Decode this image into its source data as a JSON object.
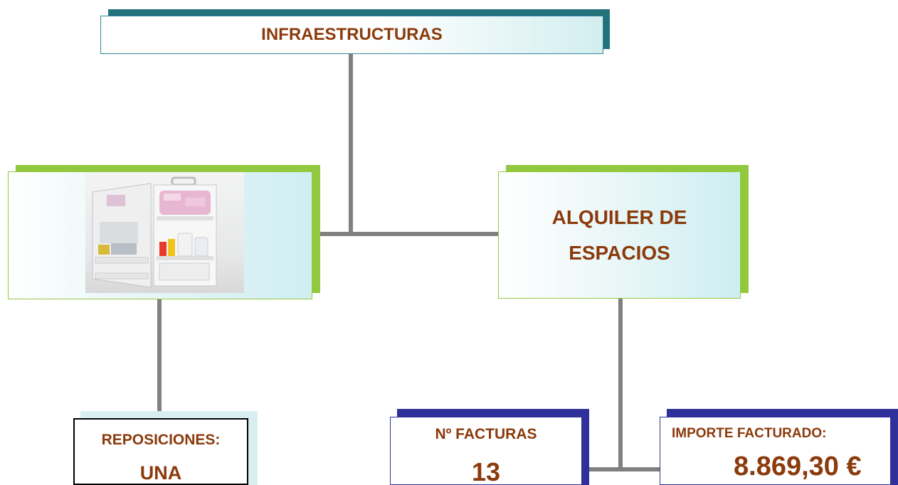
{
  "diagram": {
    "top": {
      "label": "INFRAESTRUCTURAS"
    },
    "left": {
      "image": "first-aid-kit-photo"
    },
    "right": {
      "label_line1": "ALQUILER DE",
      "label_line2": "ESPACIOS"
    },
    "bottom_left": {
      "label": "REPOSICIONES:",
      "value": "UNA"
    },
    "bottom_middle": {
      "label": "Nº FACTURAS",
      "value": "13"
    },
    "bottom_right": {
      "label": "IMPORTE FACTURADO:",
      "value": "8.869,30 €"
    }
  },
  "colors": {
    "text": "#8b3a0b",
    "connector": "#808080",
    "green_accent": "#92c83e",
    "teal_accent": "#21727b",
    "navy_accent": "#30309a"
  }
}
